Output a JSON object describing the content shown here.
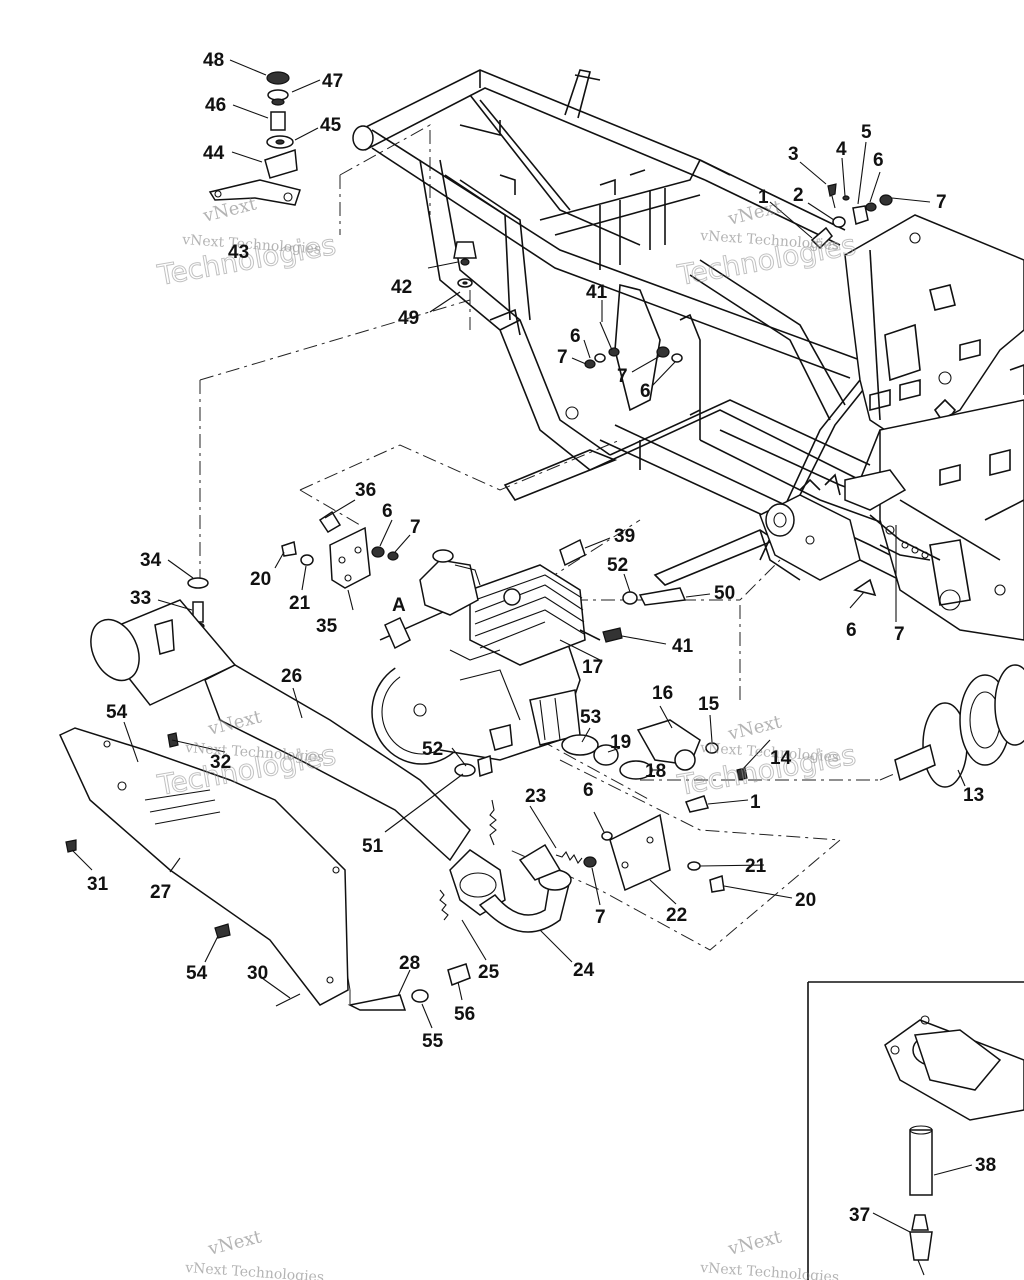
{
  "callouts": [
    {
      "id": "c48",
      "text": "48"
    },
    {
      "id": "c47",
      "text": "47"
    },
    {
      "id": "c46",
      "text": "46"
    },
    {
      "id": "c45",
      "text": "45"
    },
    {
      "id": "c44",
      "text": "44"
    },
    {
      "id": "c43",
      "text": "43"
    },
    {
      "id": "c42",
      "text": "42"
    },
    {
      "id": "c49",
      "text": "49"
    },
    {
      "id": "c3",
      "text": "3"
    },
    {
      "id": "c4",
      "text": "4"
    },
    {
      "id": "c5",
      "text": "5"
    },
    {
      "id": "c6a",
      "text": "6"
    },
    {
      "id": "c7a",
      "text": "7"
    },
    {
      "id": "c1a",
      "text": "1"
    },
    {
      "id": "c2",
      "text": "2"
    },
    {
      "id": "c41a",
      "text": "41"
    },
    {
      "id": "c6b",
      "text": "6"
    },
    {
      "id": "c7b",
      "text": "7"
    },
    {
      "id": "c7c",
      "text": "7"
    },
    {
      "id": "c6c",
      "text": "6"
    },
    {
      "id": "c36",
      "text": "36"
    },
    {
      "id": "c6d",
      "text": "6"
    },
    {
      "id": "c7d",
      "text": "7"
    },
    {
      "id": "c20a",
      "text": "20"
    },
    {
      "id": "c21a",
      "text": "21"
    },
    {
      "id": "c35",
      "text": "35"
    },
    {
      "id": "c34",
      "text": "34"
    },
    {
      "id": "c33",
      "text": "33"
    },
    {
      "id": "cA",
      "text": "A"
    },
    {
      "id": "c39",
      "text": "39"
    },
    {
      "id": "c52a",
      "text": "52"
    },
    {
      "id": "c50",
      "text": "50"
    },
    {
      "id": "c41b",
      "text": "41"
    },
    {
      "id": "c17",
      "text": "17"
    },
    {
      "id": "c6e",
      "text": "6"
    },
    {
      "id": "c7e",
      "text": "7"
    },
    {
      "id": "c26",
      "text": "26"
    },
    {
      "id": "c54a",
      "text": "54"
    },
    {
      "id": "c32",
      "text": "32"
    },
    {
      "id": "c16",
      "text": "16"
    },
    {
      "id": "c15",
      "text": "15"
    },
    {
      "id": "c53",
      "text": "53"
    },
    {
      "id": "c19",
      "text": "19"
    },
    {
      "id": "c14",
      "text": "14"
    },
    {
      "id": "c52b",
      "text": "52"
    },
    {
      "id": "c18",
      "text": "18"
    },
    {
      "id": "c13",
      "text": "13"
    },
    {
      "id": "c51",
      "text": "51"
    },
    {
      "id": "c23",
      "text": "23"
    },
    {
      "id": "c6f",
      "text": "6"
    },
    {
      "id": "c1b",
      "text": "1"
    },
    {
      "id": "c31",
      "text": "31"
    },
    {
      "id": "c27",
      "text": "27"
    },
    {
      "id": "c21b",
      "text": "21"
    },
    {
      "id": "c7f",
      "text": "7"
    },
    {
      "id": "c22",
      "text": "22"
    },
    {
      "id": "c20b",
      "text": "20"
    },
    {
      "id": "c25",
      "text": "25"
    },
    {
      "id": "c24",
      "text": "24"
    },
    {
      "id": "c54b",
      "text": "54"
    },
    {
      "id": "c30",
      "text": "30"
    },
    {
      "id": "c28",
      "text": "28"
    },
    {
      "id": "c56",
      "text": "56"
    },
    {
      "id": "c55",
      "text": "55"
    },
    {
      "id": "c38",
      "text": "38"
    },
    {
      "id": "c37",
      "text": "37"
    }
  ],
  "watermark": {
    "line1": "vNext",
    "line2": "vNext Technologies",
    "big": "Technologies"
  }
}
